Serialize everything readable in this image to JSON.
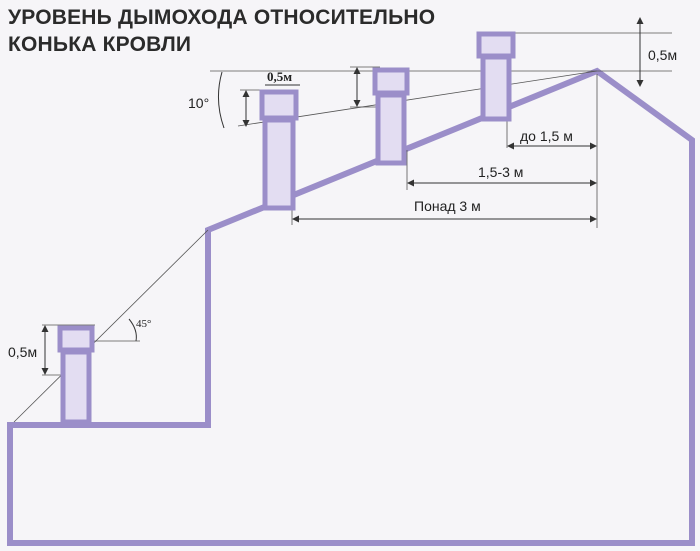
{
  "title": {
    "line1": "УРОВЕНЬ ДЫМОХОДА ОТНОСИТЕЛЬНО",
    "line2": "КОНЬКА КРОВЛИ"
  },
  "labels": {
    "top_right_height": "0,5м",
    "chimney_height_small": "0,5м",
    "angle_10": "10°",
    "dist_upto_1_5": "до 1,5 м",
    "dist_1_5_3": "1,5-3 м",
    "dist_over_3": "Понад 3 м",
    "left_chimney_height": "0,5м",
    "angle_45": "45°"
  },
  "colors": {
    "house_outline": "#9b8ec9",
    "chimney_fill": "#e3ddf2",
    "dimension_line": "#333333",
    "background": "#f6f5f8"
  }
}
